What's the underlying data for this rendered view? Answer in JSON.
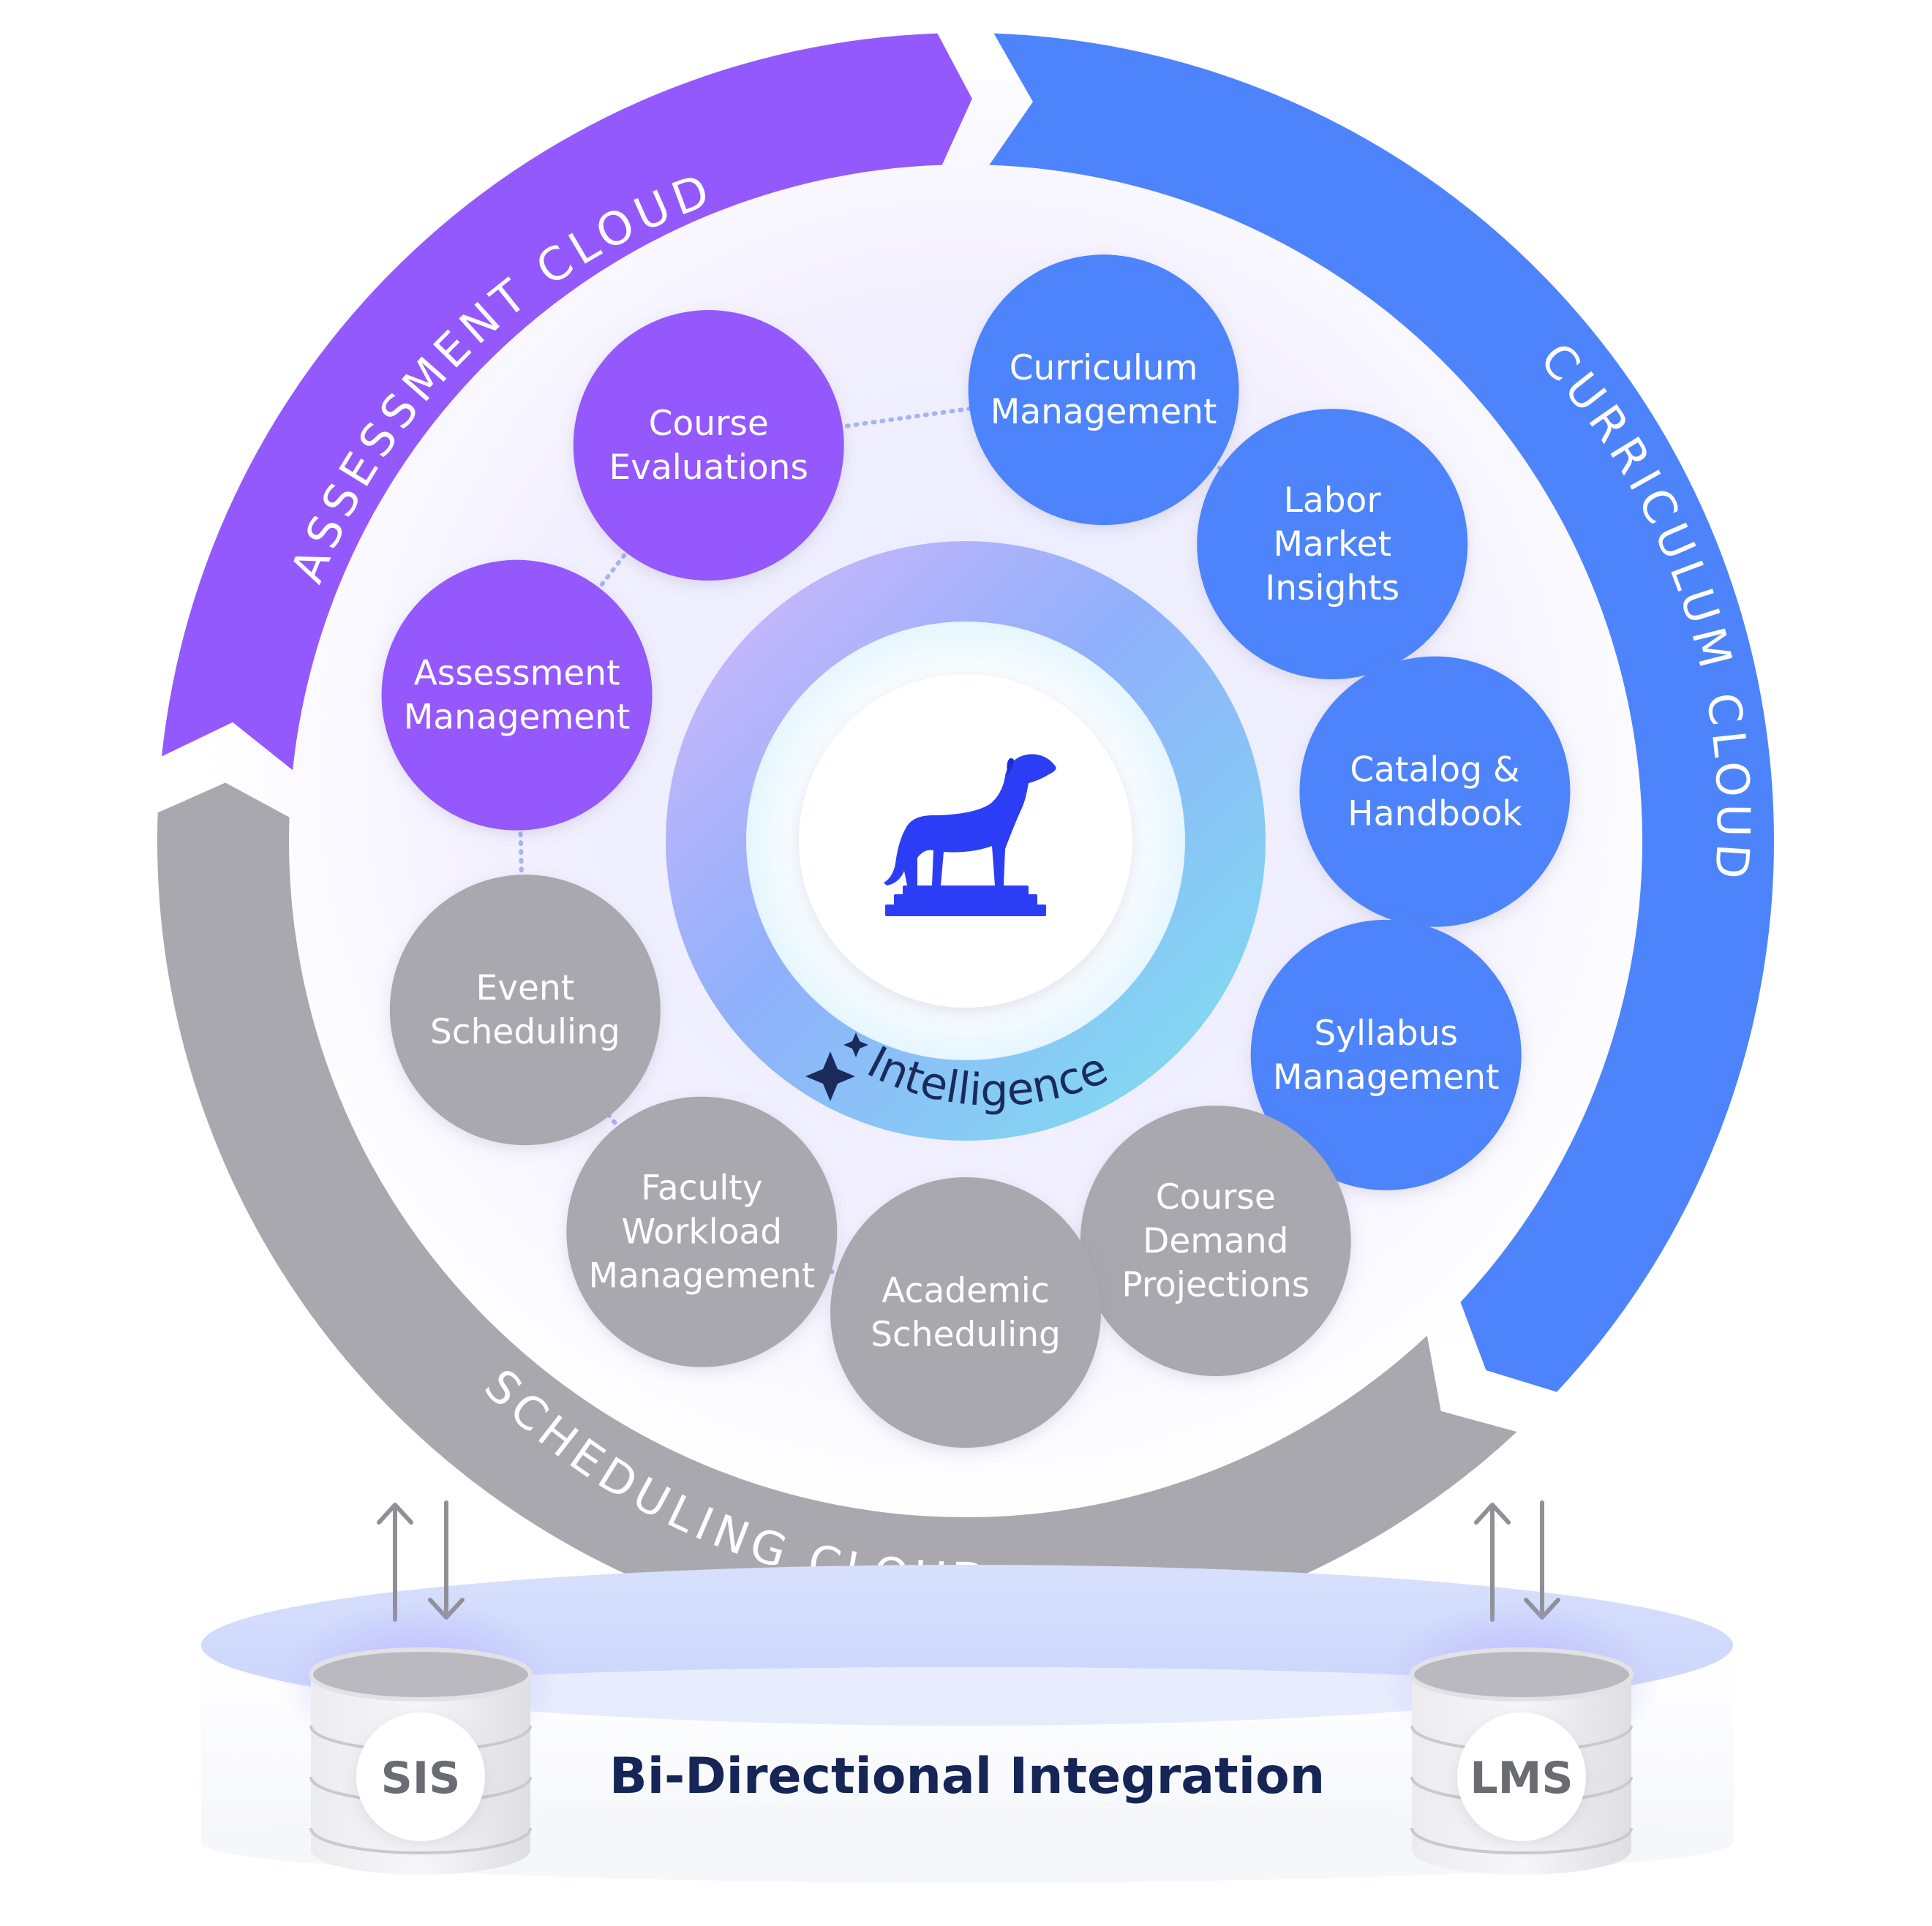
{
  "colors": {
    "assessment": "#9459fc",
    "curriculum": "#4e84fb",
    "scheduling": "#a9a8ae",
    "navy": "#142556",
    "dog": "#2c3ef5"
  },
  "rings": {
    "assessment": "ASSESSMENT CLOUD",
    "curriculum": "CURRICULUM CLOUD",
    "scheduling": "SCHEDULING CLOUD"
  },
  "center": {
    "logo_icon": "dog-on-pedestal-icon",
    "intelligence": "Intelligence",
    "sparkle_icon": "sparkle-icon"
  },
  "nodes": [
    {
      "group": "curriculum",
      "lines": [
        "Curriculum",
        "Management"
      ]
    },
    {
      "group": "curriculum",
      "lines": [
        "Labor",
        "Market",
        "Insights"
      ]
    },
    {
      "group": "curriculum",
      "lines": [
        "Catalog &",
        "Handbook"
      ]
    },
    {
      "group": "curriculum",
      "lines": [
        "Syllabus",
        "Management"
      ]
    },
    {
      "group": "scheduling",
      "lines": [
        "Course",
        "Demand",
        "Projections"
      ]
    },
    {
      "group": "scheduling",
      "lines": [
        "Academic",
        "Scheduling"
      ]
    },
    {
      "group": "scheduling",
      "lines": [
        "Faculty",
        "Workload",
        "Management"
      ]
    },
    {
      "group": "scheduling",
      "lines": [
        "Event",
        "Scheduling"
      ]
    },
    {
      "group": "assessment",
      "lines": [
        "Assessment",
        "Management"
      ]
    },
    {
      "group": "assessment",
      "lines": [
        "Course",
        "Evaluations"
      ]
    }
  ],
  "integration": {
    "label": "Bi-Directional Integration",
    "left_db": "SIS",
    "right_db": "LMS",
    "db_icon": "database-icon",
    "arrow_icon": "up-down-arrows-icon"
  }
}
